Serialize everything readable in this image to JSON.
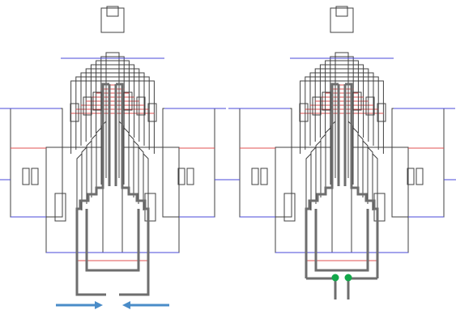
{
  "colors": {
    "background": "#ffffff",
    "outline": "#404040",
    "fold_line_blue": "#4a4ad8",
    "fold_line_red": "#e05050",
    "cut_path": "#6e6e6e",
    "arrow": "#4a8cc8",
    "join_dot": "#12a84a"
  },
  "figures": [
    {
      "name": "unjoined-template",
      "end_marker": "arrows"
    },
    {
      "name": "joined-template",
      "end_marker": "dots"
    }
  ]
}
